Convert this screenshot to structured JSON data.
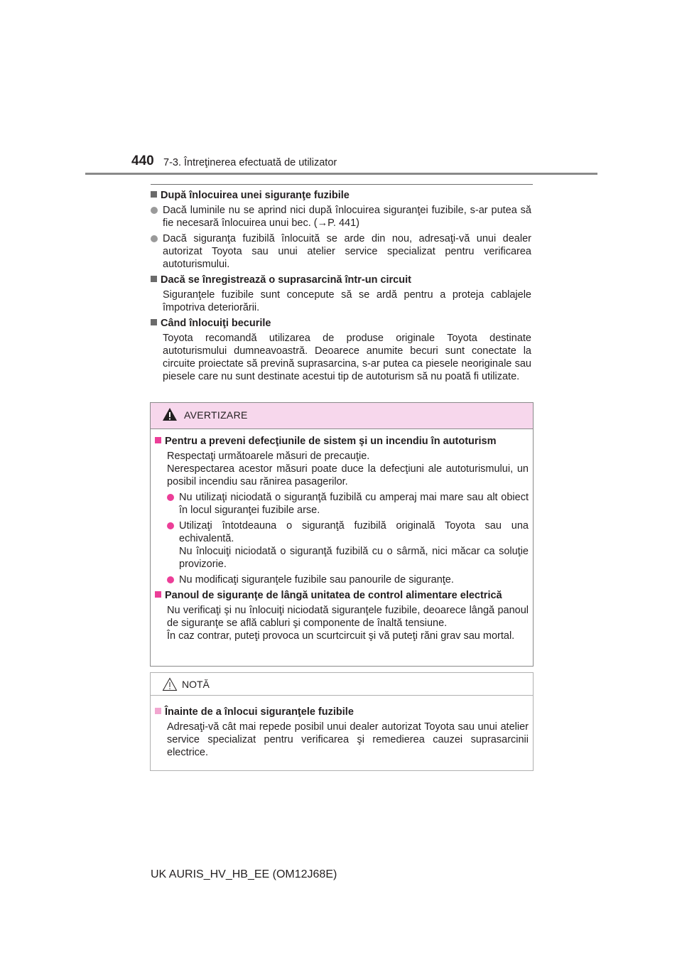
{
  "header": {
    "page_number": "440",
    "section_title": "7-3. Întreţinerea efectuată de utilizator"
  },
  "content": {
    "sec1": {
      "title": "După înlocuirea unei siguranţe fuzibile",
      "bullets": [
        "Dacă luminile nu se aprind nici după înlocuirea siguranţei fuzibile, s-ar putea să fie necesară înlocuirea unui bec. (→P. 441)",
        "Dacă siguranţa fuzibilă înlocuită se arde din nou, adresaţi-vă unui dealer autorizat Toyota sau unui atelier service specializat pentru verificarea autoturismului."
      ]
    },
    "sec2": {
      "title": "Dacă se înregistrează o suprasarcină într-un circuit",
      "text": "Siguranţele fuzibile sunt concepute să se ardă pentru a proteja cablajele împotriva deteriorării."
    },
    "sec3": {
      "title": "Când înlocuiţi becurile",
      "text": "Toyota recomandă utilizarea de produse originale Toyota destinate autoturismului dumneavoastră. Deoarece anumite becuri sunt conectate la circuite proiectate să prevină suprasarcina, s-ar putea ca piesele neoriginale sau piesele care nu sunt destinate acestui tip de autoturism să nu poată fi utilizate."
    }
  },
  "warning": {
    "label": "AVERTIZARE",
    "sec1": {
      "title": "Pentru a preveni defecţiunile de sistem şi un incendiu în autoturism",
      "line1": "Respectaţi următoarele măsuri de precauţie.",
      "line2": "Nerespectarea acestor măsuri poate duce la defecţiuni ale autoturismului, un posibil incendiu sau rănirea pasagerilor.",
      "bullet1": "Nu utilizaţi niciodată o siguranţă fuzibilă cu amperaj mai mare sau alt obiect în locul siguranţei fuzibile arse.",
      "bullet2_line1": "Utilizaţi întotdeauna o siguranţă fuzibilă originală Toyota sau una echivalentă.",
      "bullet2_line2": "Nu înlocuiţi niciodată o siguranţă fuzibilă cu o sârmă, nici măcar ca soluţie provizorie.",
      "bullet3": "Nu modificaţi siguranţele fuzibile sau panourile de siguranţe."
    },
    "sec2": {
      "title": "Panoul de siguranţe de lângă unitatea de control alimentare electrică",
      "line1": "Nu verificaţi şi nu înlocuiţi niciodată siguranţele fuzibile, deoarece lângă panoul de siguranţe se află cabluri şi componente de înaltă tensiune.",
      "line2": "În caz contrar, puteţi provoca un scurtcircuit şi vă puteţi răni grav sau mortal."
    }
  },
  "note": {
    "label": "NOTĂ",
    "title": "Înainte de a înlocui siguranţele fuzibile",
    "text": "Adresaţi-vă cât mai repede posibil unui dealer autorizat Toyota sau unui atelier service specializat pentru verificarea şi remedierea cauzei suprasarcinii electrice."
  },
  "footer": {
    "model_code": "UK AURIS_HV_HB_EE (OM12J68E)"
  },
  "colors": {
    "warning_accent": "#ec3e98",
    "warning_header_bg": "#f7d7ec",
    "note_accent": "#f2a6d0"
  }
}
